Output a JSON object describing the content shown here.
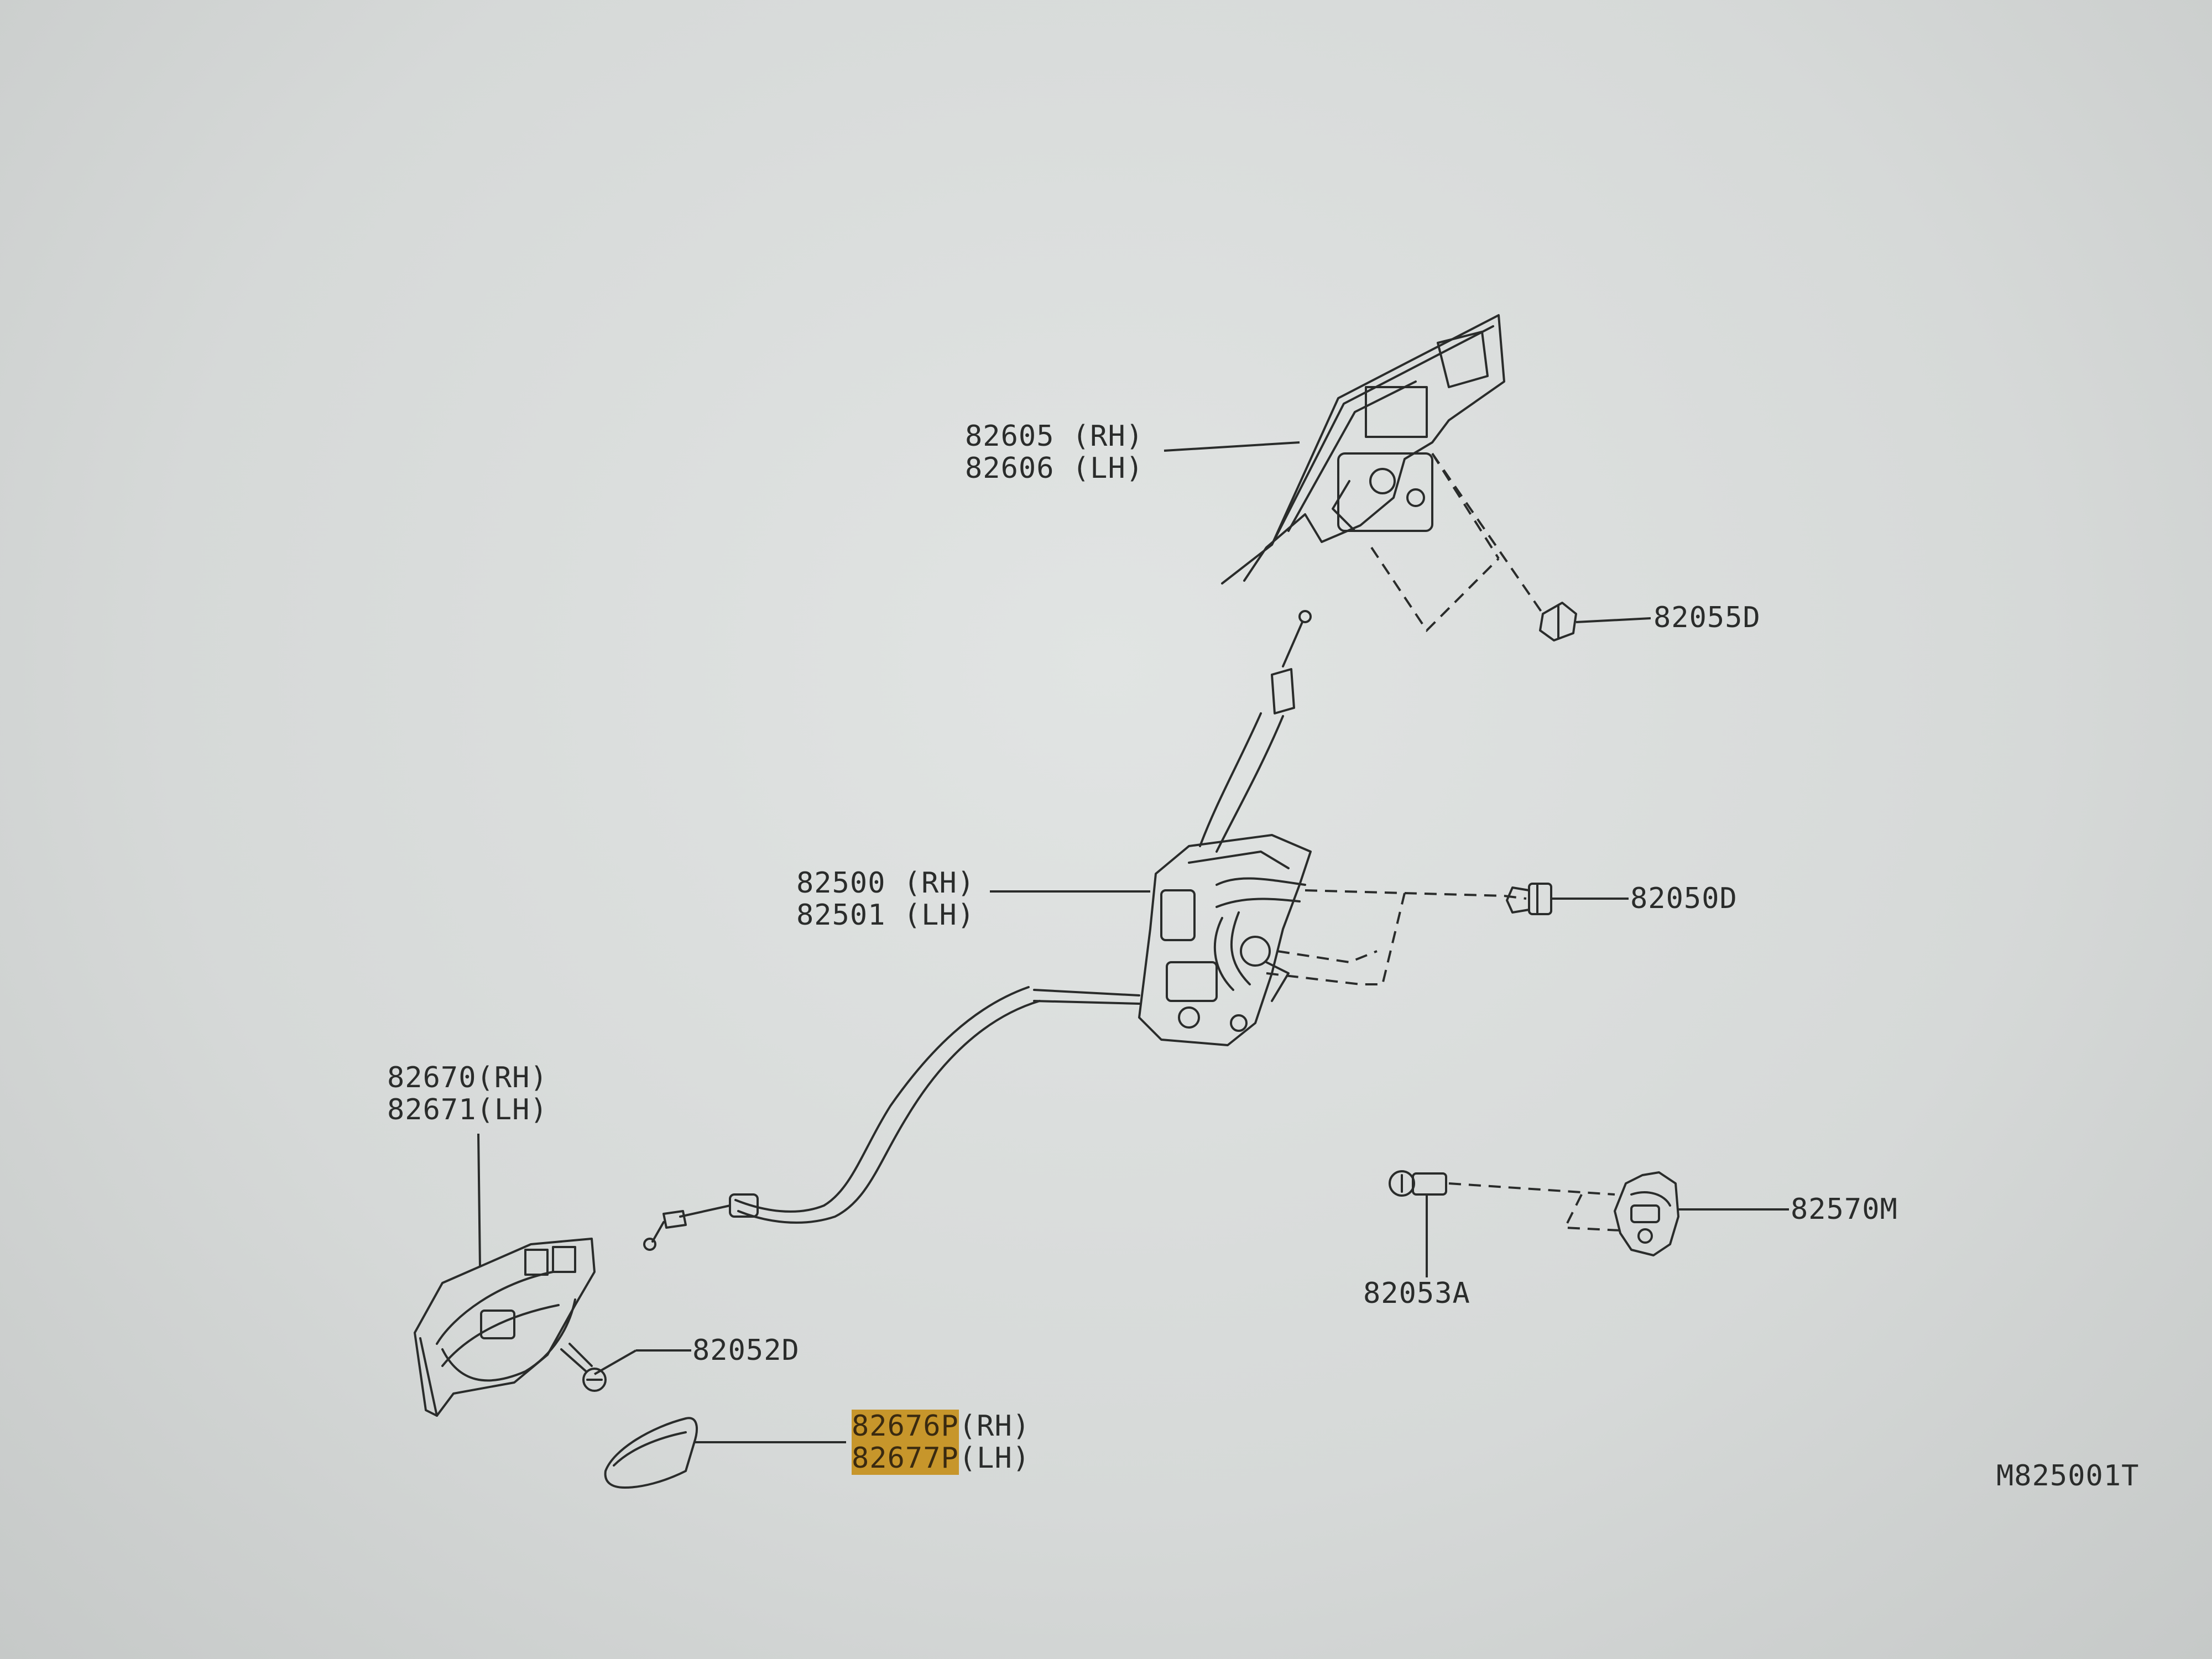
{
  "callouts": {
    "p82605": "82605 (RH)",
    "p82606": "82606 (LH)",
    "p82055D": "82055D",
    "p82500": "82500 (RH)",
    "p82501": "82501 (LH)",
    "p82050D": "82050D",
    "p82670": "82670(RH)",
    "p82671": "82671(LH)",
    "p82052D": "82052D",
    "p82676P": "82676P",
    "p82676P_side": "(RH)",
    "p82677P": "82677P",
    "p82677P_side": "(LH)",
    "p82053A": "82053A",
    "p82570M": "82570M"
  },
  "diagram_code": "M825001T",
  "colors": {
    "background": "#d9dcdb",
    "linework": "#2a2c2b",
    "highlight": "#c7962b"
  }
}
